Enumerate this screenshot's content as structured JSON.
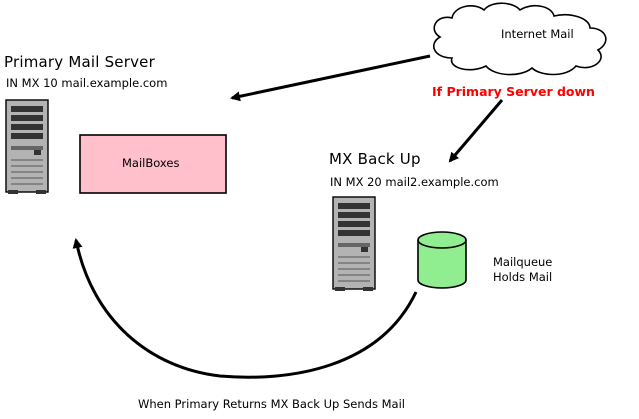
{
  "primary": {
    "title": "Primary Mail Server",
    "mx_record": "IN MX 10 mail.example.com",
    "mailboxes_label": "MailBoxes"
  },
  "cloud": {
    "label": "Internet Mail"
  },
  "failover": {
    "label": "If Primary Server down",
    "color": "#ff0000"
  },
  "backup": {
    "title": "MX Back Up",
    "mx_record": "IN MX 20 mail2.example.com"
  },
  "queue": {
    "line1": "Mailqueue",
    "line2": "Holds Mail"
  },
  "footer": {
    "label": "When Primary Returns MX Back Up Sends Mail"
  },
  "colors": {
    "mailbox_fill": "#ffc0cb",
    "queue_fill": "#90ee90",
    "server_body": "#b3b3b3",
    "server_dark": "#333333"
  },
  "icons": {
    "primary_server": "server-tower-icon",
    "backup_server": "server-tower-icon",
    "queue": "database-cylinder-icon",
    "cloud": "cloud-icon"
  }
}
